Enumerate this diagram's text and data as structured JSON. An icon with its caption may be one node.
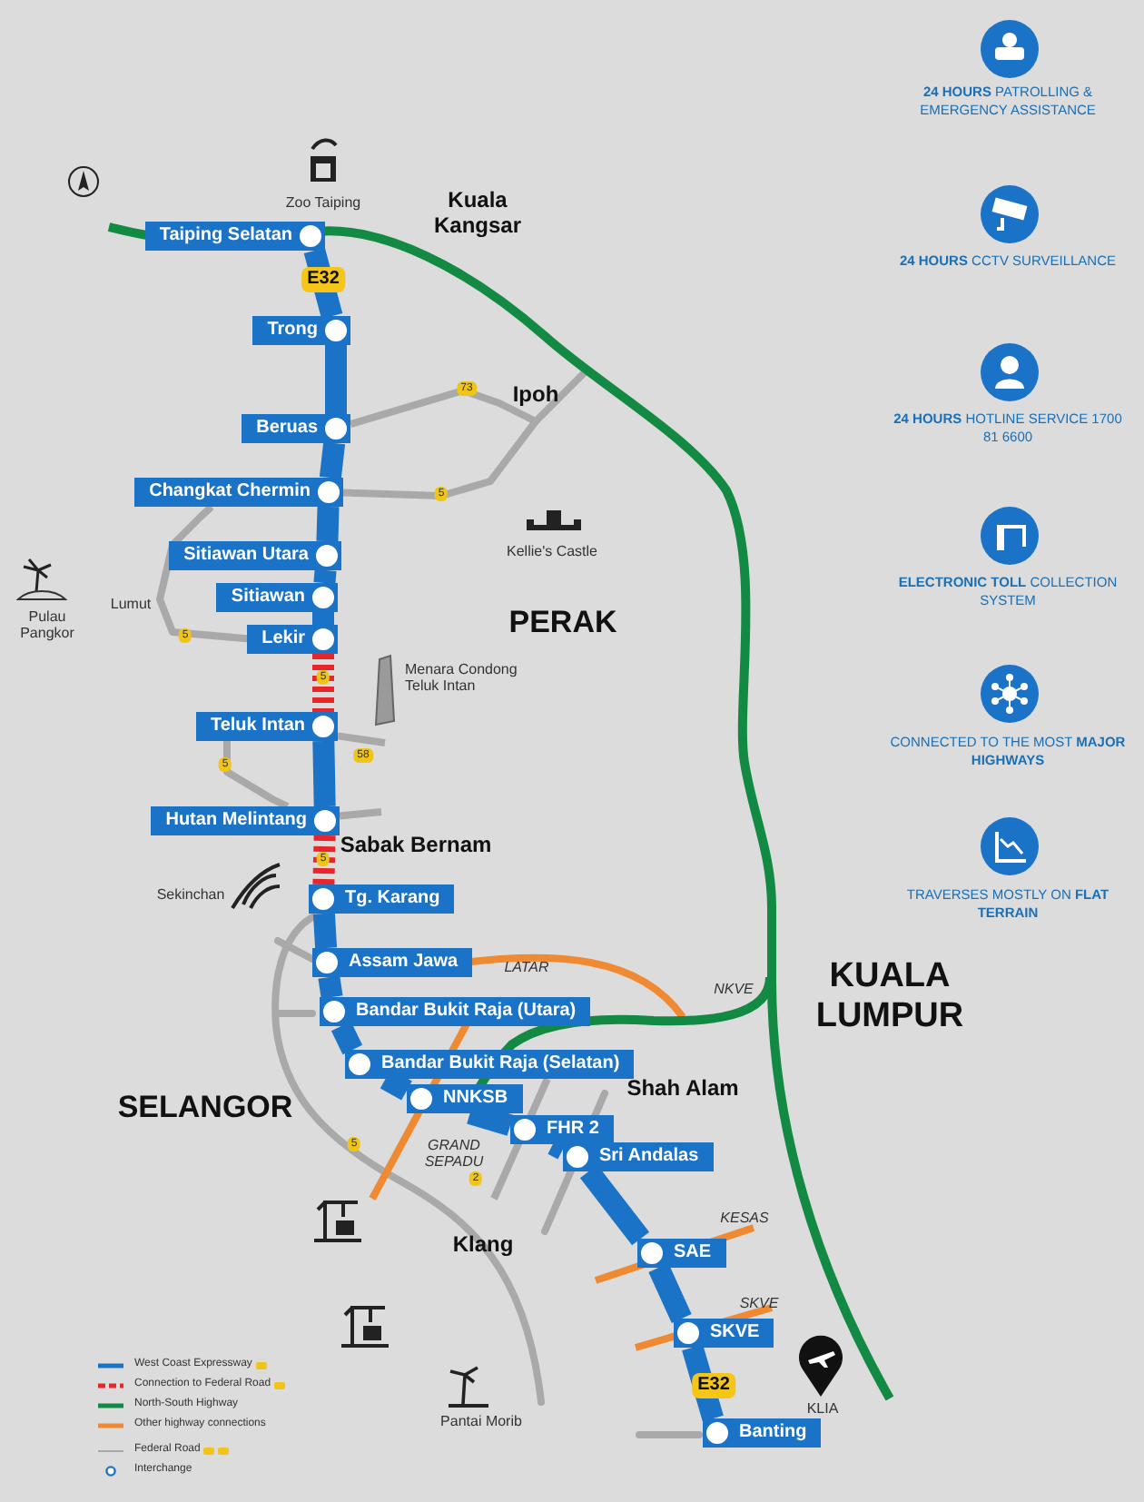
{
  "diagram": {
    "nodes": [
      {
        "text": [
          "Taiping Selatan"
        ]
      },
      {
        "text": [
          "Trong"
        ]
      },
      {
        "text": [
          "Beruas"
        ]
      },
      {
        "text": [
          "Changkat Chermin"
        ]
      },
      {
        "text": [
          "Sitiawan Utara"
        ]
      },
      {
        "text": [
          "Sitiawan"
        ]
      },
      {
        "text": [
          "Lekir"
        ]
      },
      {
        "text": [
          "Teluk Intan"
        ]
      },
      {
        "text": [
          "Hutan Melintang"
        ]
      },
      {
        "text": [
          "Tg. Karang"
        ]
      },
      {
        "text": [
          "Assam Jawa"
        ]
      },
      {
        "text": [
          "Bandar Bukit Raja (Utara)"
        ]
      },
      {
        "text": [
          "Bandar Bukit Raja (Selatan)"
        ]
      },
      {
        "text": [
          "NNKSB"
        ]
      },
      {
        "text": [
          "FHR 2"
        ]
      },
      {
        "text": [
          "Sri Andalas"
        ]
      },
      {
        "text": [
          "SAE"
        ]
      },
      {
        "text": [
          "SKVE"
        ]
      },
      {
        "text": [
          "Banting"
        ]
      }
    ],
    "edges": [
      {
        "from": 0,
        "to": 1,
        "arrow": "none"
      },
      {
        "from": 1,
        "to": 2,
        "arrow": "none"
      },
      {
        "from": 2,
        "to": 3,
        "arrow": "none"
      },
      {
        "from": 3,
        "to": 4,
        "arrow": "none"
      },
      {
        "from": 4,
        "to": 5,
        "arrow": "none"
      },
      {
        "from": 5,
        "to": 6,
        "arrow": "none"
      },
      {
        "from": 6,
        "to": 7,
        "arrow": "none",
        "style": "dashed",
        "color": "#e8262a"
      },
      {
        "from": 7,
        "to": 8,
        "arrow": "none"
      },
      {
        "from": 8,
        "to": 9,
        "arrow": "none",
        "style": "dashed",
        "color": "#e8262a"
      },
      {
        "from": 9,
        "to": 10,
        "arrow": "none"
      },
      {
        "from": 10,
        "to": 11,
        "arrow": "none"
      },
      {
        "from": 11,
        "to": 12,
        "arrow": "none"
      },
      {
        "from": 12,
        "to": 13,
        "arrow": "none"
      },
      {
        "from": 13,
        "to": 14,
        "arrow": "none"
      },
      {
        "from": 14,
        "to": 15,
        "arrow": "none"
      },
      {
        "from": 15,
        "to": 16,
        "arrow": "none"
      },
      {
        "from": 16,
        "to": 17,
        "arrow": "none"
      },
      {
        "from": 17,
        "to": 18,
        "arrow": "none"
      },
      {
        "from": 2,
        "to": 3,
        "arrow": "none",
        "color": "#a9a9a9"
      },
      {
        "from": 3,
        "to": 6,
        "arrow": "none",
        "color": "#a9a9a9"
      },
      {
        "from": 7,
        "to": 8,
        "arrow": "none",
        "color": "#a9a9a9"
      },
      {
        "from": 7,
        "to": null,
        "arrow": "none",
        "color": "#a9a9a9"
      },
      {
        "from": 8,
        "to": null,
        "arrow": "none",
        "color": "#a9a9a9"
      },
      {
        "from": 12,
        "to": null,
        "arrow": "none",
        "color": "#a9a9a9"
      }
    ],
    "labels": [
      "**24 HOURS** PATROLLING & EMERGENCY ASSISTANCE",
      "**24 HOURS** CCTV SURVEILLANCE",
      "**24 HOURS** HOTLINE SERVICE 1700 81 6600",
      "**ELECTRONIC TOLL** COLLECTION SYSTEM",
      "CONNECTED TO THE MOST **MAJOR HIGHWAYS**",
      "TRAVERSES MOSTLY ON **FLAT TERRAIN**",
      "Zoo Taiping",
      "Kuala Kangsar",
      "E32",
      "Ipoh",
      "73",
      "5",
      "Kellie's Castle",
      "Lumut",
      "Pulau Pangkor",
      "5",
      "PERAK",
      "5",
      "Menara Condong Teluk Intan",
      "58",
      "5",
      "Sabak Bernam",
      "5",
      "Sekinchan",
      "LATAR",
      "NKVE",
      "KUALA LUMPUR",
      "SELANGOR",
      "Shah Alam",
      "GRAND SEPADU",
      "5",
      "2",
      "KESAS",
      "Klang",
      "SKVE",
      "Pantai Morib",
      "E32",
      "KLIA"
    ],
    "legend": [
      {
        "text": "West Coast Expressway"
      },
      {
        "text": "Connection to Federal Road"
      },
      {
        "text": "North-South Highway"
      },
      {
        "text": "Other highway connections"
      },
      {
        "text": "Federal Road"
      },
      {
        "text": "Interchange"
      }
    ]
  }
}
